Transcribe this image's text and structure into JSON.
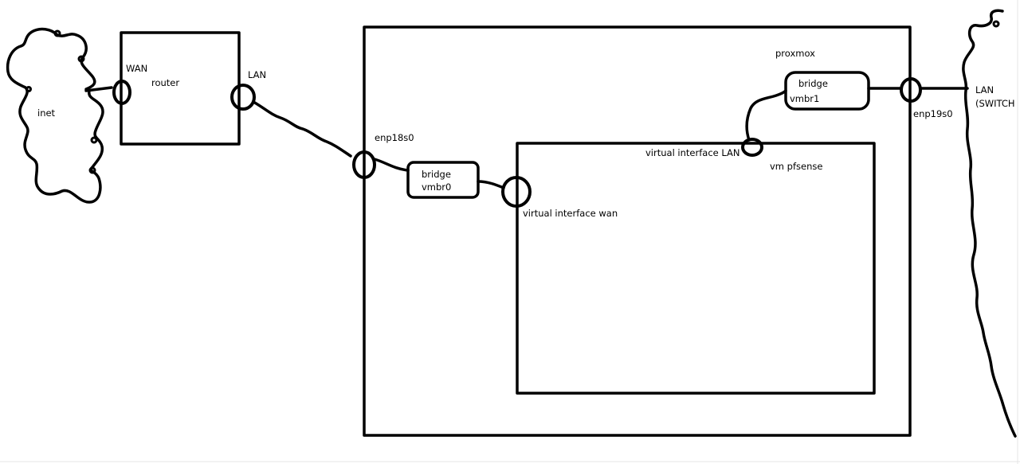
{
  "diagram": {
    "cloud": {
      "label": "inet"
    },
    "router": {
      "label": "router",
      "wan_port_label": "WAN",
      "lan_port_label": "LAN"
    },
    "proxmox": {
      "label": "proxmox",
      "nic_wan_label": "enp18s0",
      "nic_lan_label": "enp19s0",
      "bridge_wan": {
        "line1": "bridge",
        "line2": "vmbr0"
      },
      "bridge_lan": {
        "line1": "bridge",
        "line2": "vmbr1"
      }
    },
    "vm": {
      "label": "vm pfsense",
      "vif_wan_label": "virtual interface wan",
      "vif_lan_label": "virtual interface LAN"
    },
    "switch": {
      "line1": "LAN",
      "line2": "(SWITCH"
    }
  }
}
